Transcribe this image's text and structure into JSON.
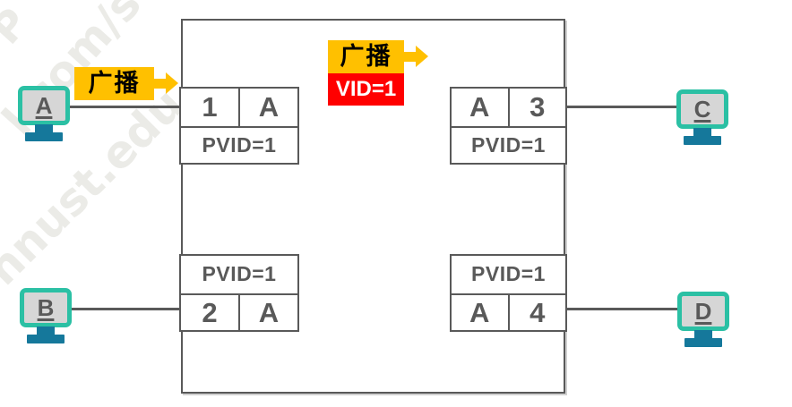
{
  "labels": {
    "broadcast_left": "广播",
    "broadcast_top": "广播",
    "vid_tag": "VID=1"
  },
  "switch": {
    "ports": [
      {
        "id": "port-1",
        "cells": [
          "1",
          "A"
        ],
        "pvid": "PVID=1"
      },
      {
        "id": "port-2",
        "cells": [
          "2",
          "A"
        ],
        "pvid": "PVID=1"
      },
      {
        "id": "port-3",
        "cells": [
          "A",
          "3"
        ],
        "pvid": "PVID=1"
      },
      {
        "id": "port-4",
        "cells": [
          "A",
          "4"
        ],
        "pvid": "PVID=1"
      }
    ]
  },
  "hosts": [
    {
      "label": "A"
    },
    {
      "label": "B"
    },
    {
      "label": "C"
    },
    {
      "label": "D"
    }
  ],
  "watermark": {
    "fragments": [
      "P",
      "l.com/s",
      "hnust.edu.cn"
    ]
  },
  "colors": {
    "broadcast_yellow": "#FFC000",
    "vid_red": "#FF0000",
    "monitor_teal": "#2BC0A4",
    "stand_blue": "#15789B",
    "diagram_gray": "#595959"
  }
}
